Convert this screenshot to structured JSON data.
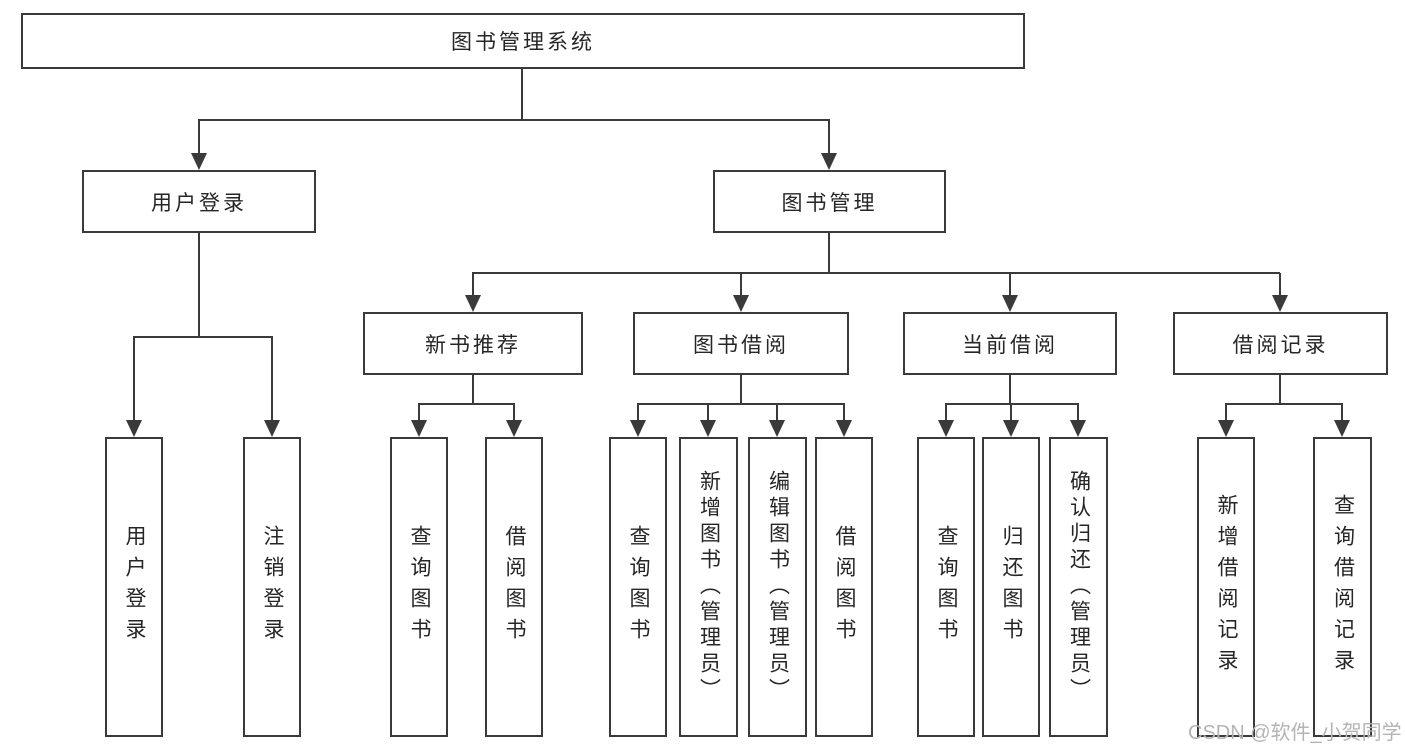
{
  "diagram": {
    "type": "hierarchy-tree",
    "nodes": {
      "root": "图书管理系统",
      "user_login": "用户登录",
      "book_management": "图书管理",
      "new_book_recommend": "新书推荐",
      "book_borrowing": "图书借阅",
      "current_borrowing": "当前借阅",
      "borrowing_records": "借阅记录",
      "leaf_user_login": "用户登录",
      "leaf_logout": "注销登录",
      "leaf_nbr_query_book": "查询图书",
      "leaf_nbr_borrow_book": "借阅图书",
      "leaf_bb_query_book": "查询图书",
      "leaf_bb_add_book": "新增图书（管理员）",
      "leaf_bb_edit_book": "编辑图书（管理员）",
      "leaf_bb_borrow_book": "借阅图书",
      "leaf_cb_query_book": "查询图书",
      "leaf_cb_return_book": "归还图书",
      "leaf_cb_confirm_return": "确认归还（管理员）",
      "leaf_br_add_record": "新增借阅记录",
      "leaf_br_query_record": "查询借阅记录"
    },
    "hierarchy": {
      "图书管理系统": {
        "用户登录": [
          "用户登录",
          "注销登录"
        ],
        "图书管理": {
          "新书推荐": [
            "查询图书",
            "借阅图书"
          ],
          "图书借阅": [
            "查询图书",
            "新增图书（管理员）",
            "编辑图书（管理员）",
            "借阅图书"
          ],
          "当前借阅": [
            "查询图书",
            "归还图书",
            "确认归还（管理员）"
          ],
          "借阅记录": [
            "新增借阅记录",
            "查询借阅记录"
          ]
        }
      }
    },
    "colors": {
      "line": "#3a3a3a",
      "text": "#262626",
      "box_fill": "#ffffff",
      "background": "#ffffff",
      "watermark": "#b4b4b4"
    }
  },
  "watermark": {
    "text": "CSDN @软件_小贺同学"
  }
}
